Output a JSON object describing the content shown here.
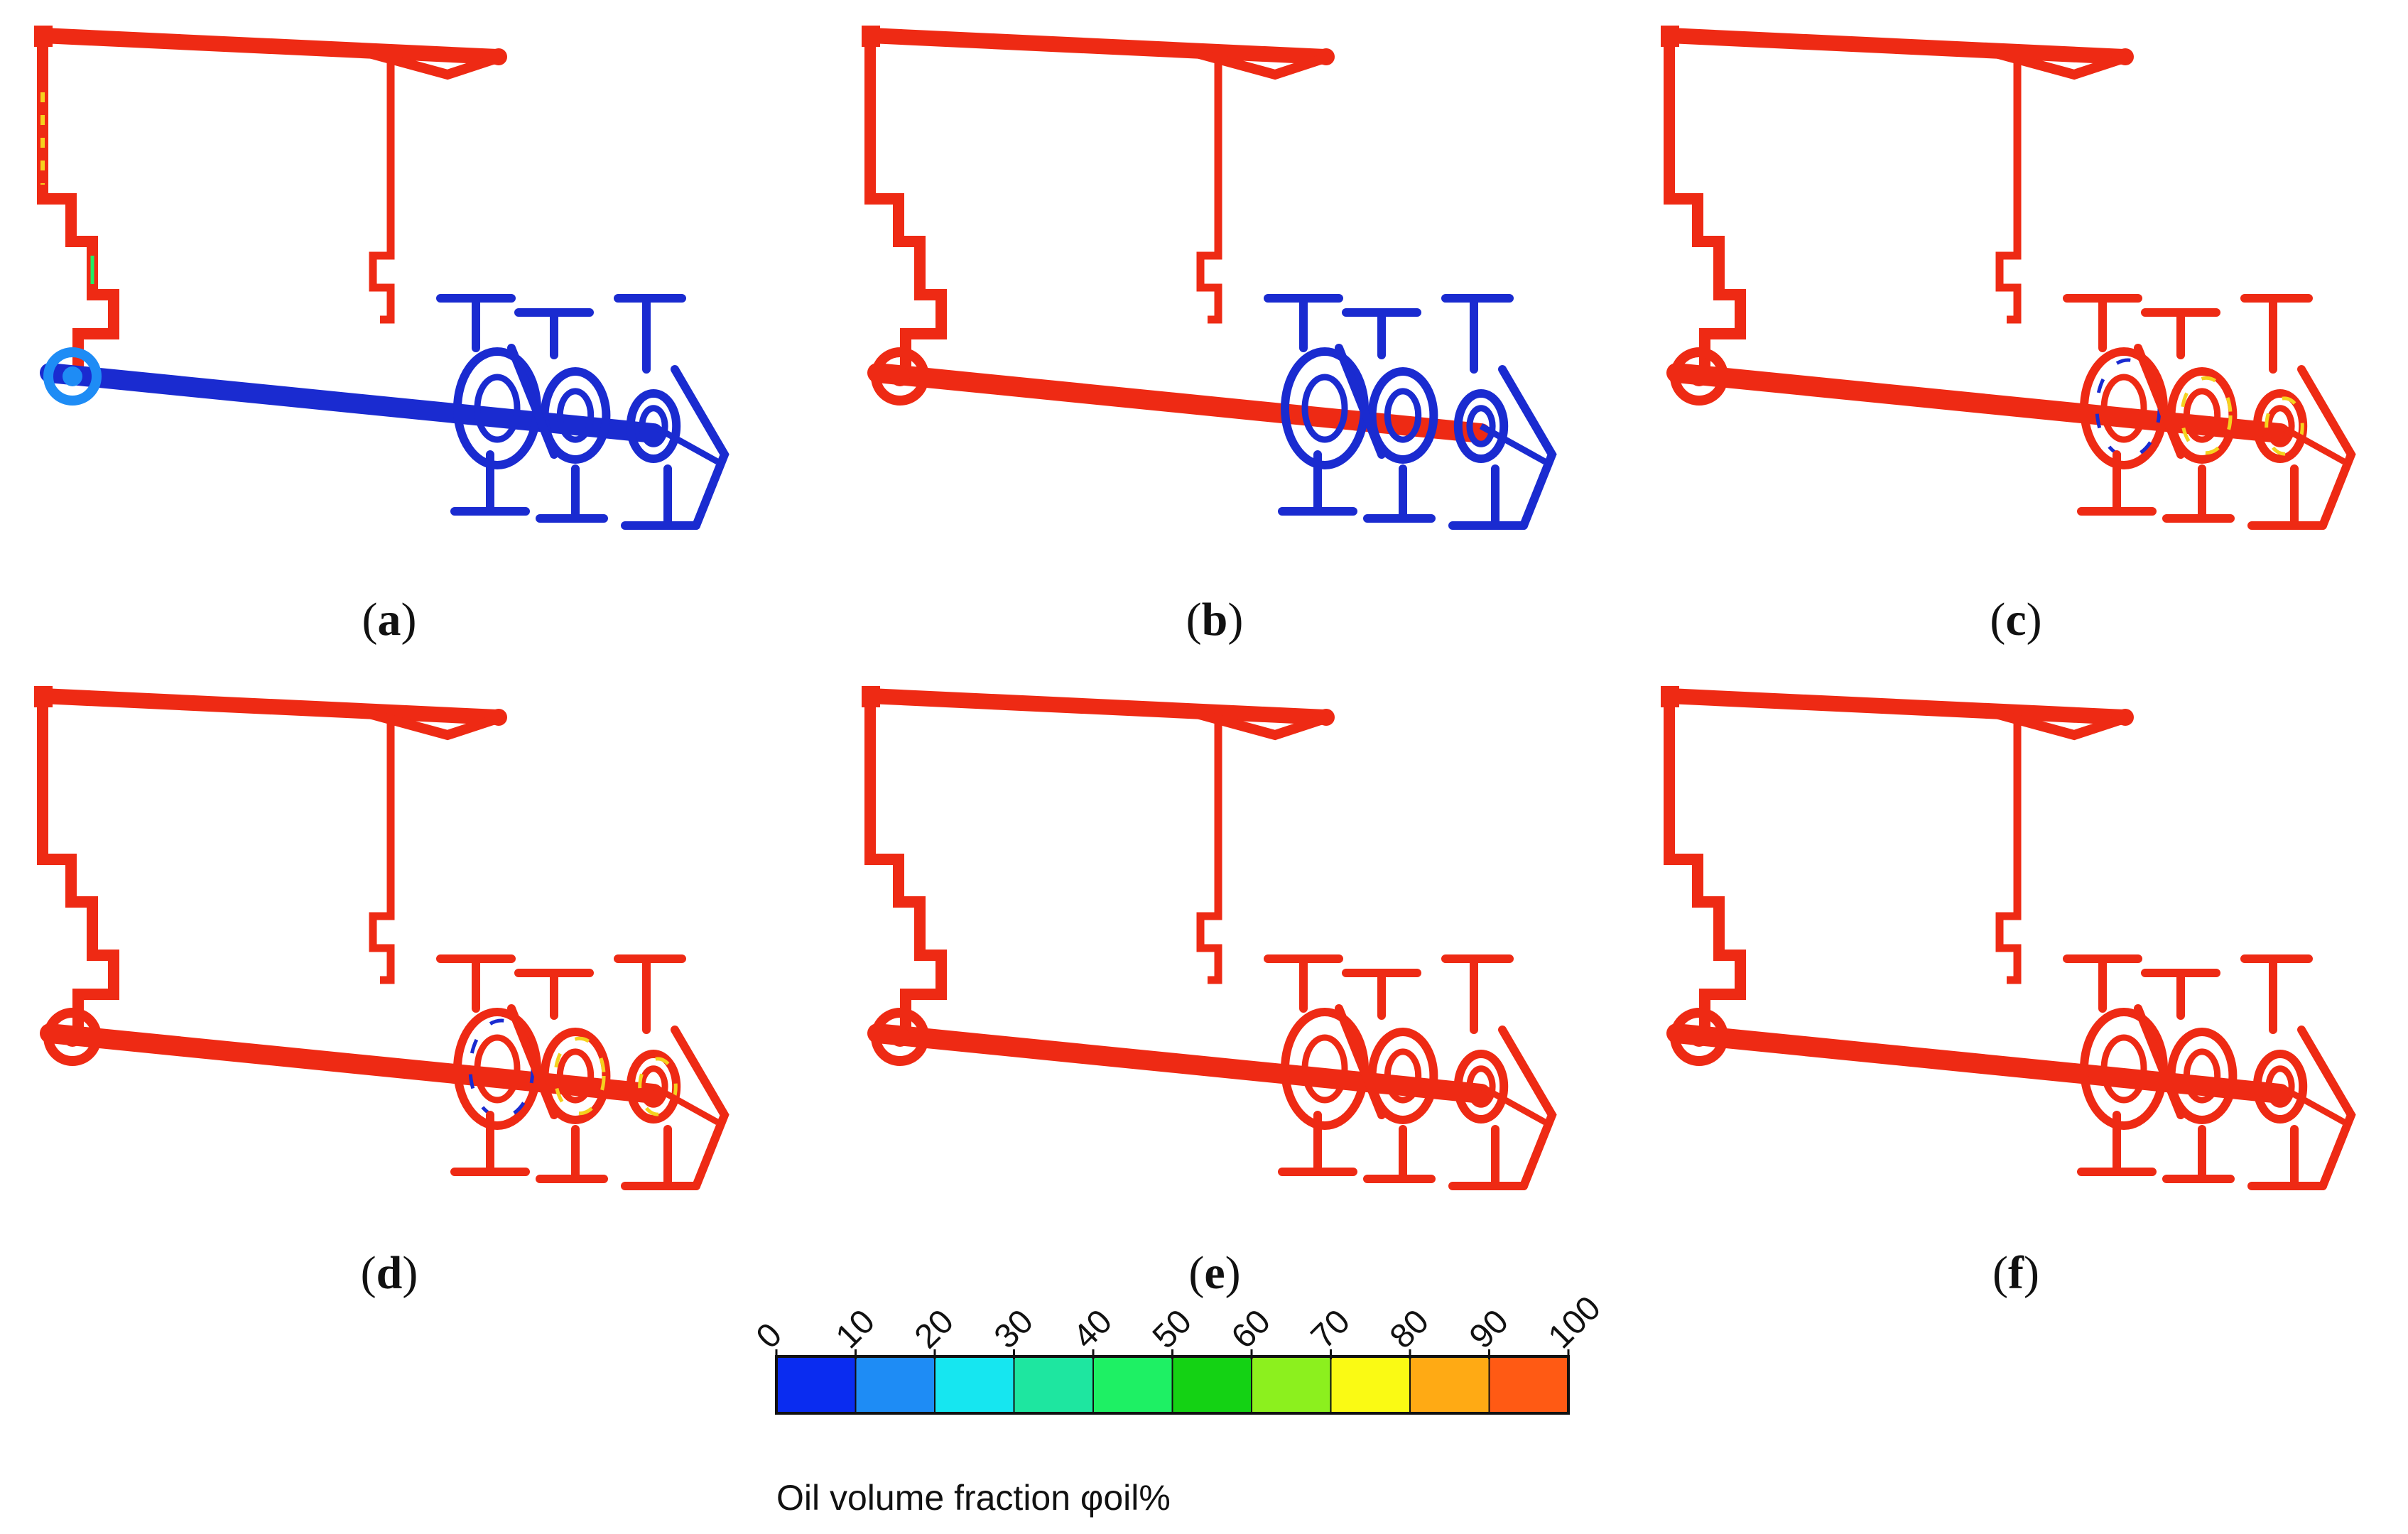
{
  "panels": [
    {
      "id": "a",
      "label": "a",
      "shaft": "blue",
      "top_right": "red",
      "left_arm": "mixed",
      "gears": "blue"
    },
    {
      "id": "b",
      "label": "b",
      "shaft": "red",
      "top_right": "red",
      "left_arm": "red",
      "gears": "blue"
    },
    {
      "id": "c",
      "label": "c",
      "shaft": "red",
      "top_right": "red",
      "left_arm": "red",
      "gears": "mixed"
    },
    {
      "id": "d",
      "label": "d",
      "shaft": "red",
      "top_right": "red",
      "left_arm": "red",
      "gears": "mostly-red"
    },
    {
      "id": "e",
      "label": "e",
      "shaft": "red",
      "top_right": "red",
      "left_arm": "red",
      "gears": "red"
    },
    {
      "id": "f",
      "label": "f",
      "shaft": "red",
      "top_right": "red",
      "left_arm": "red",
      "gears": "red"
    }
  ],
  "legend": {
    "title": "Oil volume fraction φoil%",
    "ticks": [
      "0",
      "10",
      "20",
      "30",
      "40",
      "50",
      "60",
      "70",
      "80",
      "90",
      "100"
    ],
    "colors": [
      "#0a2cf0",
      "#1e8cf5",
      "#16e6f0",
      "#1ee6a0",
      "#1ef064",
      "#14d214",
      "#8cf01e",
      "#fafa14",
      "#ffaa14",
      "#ff5a14"
    ]
  },
  "colors": {
    "red": "#ee2a14",
    "blue": "#1a2bd0",
    "mixed_accent": "#f5d21e"
  }
}
